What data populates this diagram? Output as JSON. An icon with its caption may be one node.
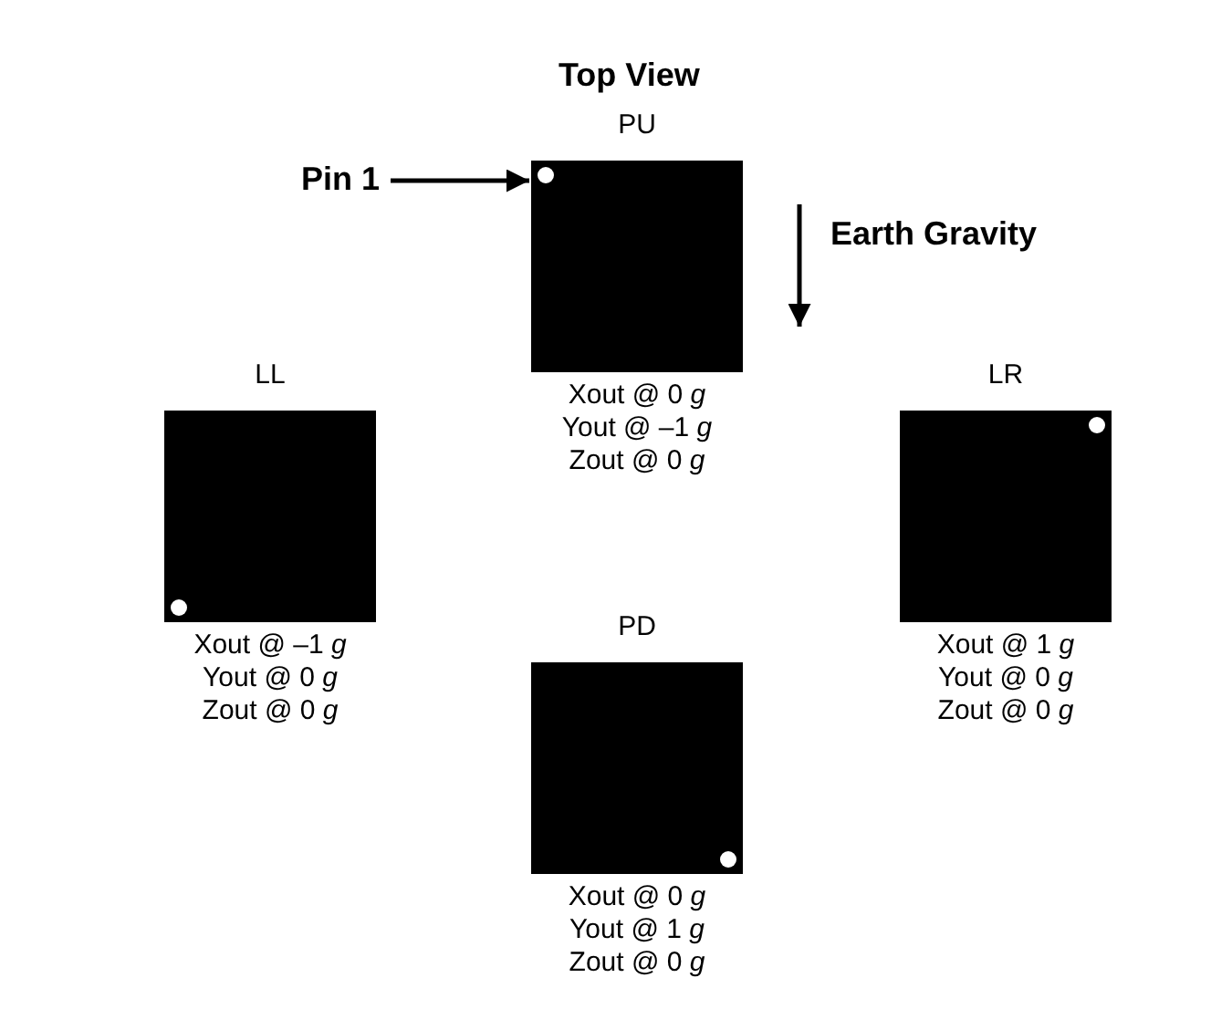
{
  "diagram": {
    "title": "Top View",
    "nodes": [
      {
        "text": [
          "Pin 1"
        ]
      },
      {
        "text": [
          "PU",
          "Xout @ 0 *g*",
          "Yout @ –1 *g*",
          "Zout @ 0 *g*"
        ]
      },
      {
        "text": [
          "LL",
          "Xout @ –1 *g*",
          "Yout @ 0 *g*",
          "Zout @ 0 *g*"
        ]
      },
      {
        "text": [
          "LR",
          "Xout @ 1 *g*",
          "Yout @ 0 *g*",
          "Zout @ 0 *g*"
        ]
      },
      {
        "text": [
          "PD",
          "Xout @ 0 *g*",
          "Yout @ 1 *g*",
          "Zout @ 0 *g*"
        ]
      }
    ],
    "edges": [
      {
        "from": 0,
        "to": 1,
        "arrow": "to"
      }
    ],
    "labels": [
      "Earth Gravity"
    ]
  }
}
